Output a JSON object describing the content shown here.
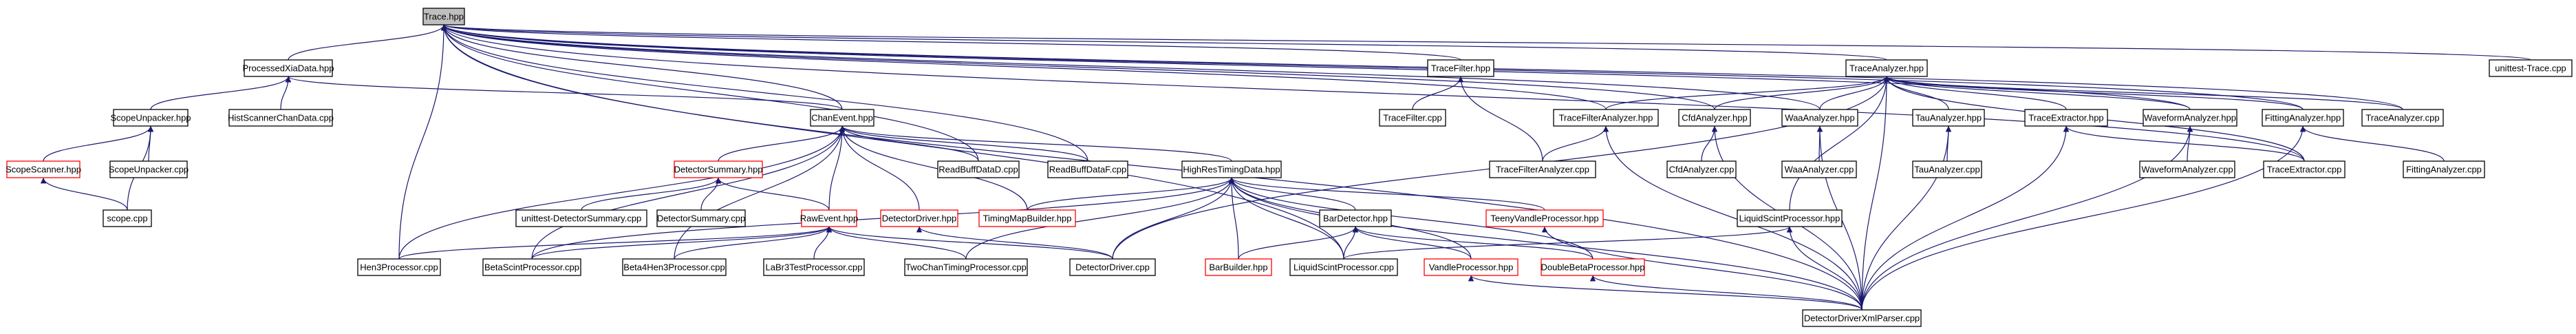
{
  "diagram": {
    "type": "include-dependency-graph",
    "colors": {
      "edge": "#191970",
      "root_fill": "#bfbfbf",
      "missing_doc_border": "#ff0000",
      "node_border": "#000000"
    },
    "nodes": [
      {
        "id": "trace_hpp",
        "label": "Trace.hpp",
        "kind": "root"
      },
      {
        "id": "processedxiadata_hpp",
        "label": "ProcessedXiaData.hpp"
      },
      {
        "id": "scopeunpacker_hpp",
        "label": "ScopeUnpacker.hpp"
      },
      {
        "id": "histscannerchandata_cpp",
        "label": "HistScannerChanData.cpp"
      },
      {
        "id": "scopescanner_hpp",
        "label": "ScopeScanner.hpp",
        "kind": "red"
      },
      {
        "id": "scopeunpacker_cpp",
        "label": "ScopeUnpacker.cpp"
      },
      {
        "id": "scope_cpp",
        "label": "scope.cpp"
      },
      {
        "id": "chanevent_hpp",
        "label": "ChanEvent.hpp"
      },
      {
        "id": "detectorsummary_hpp",
        "label": "DetectorSummary.hpp",
        "kind": "red"
      },
      {
        "id": "unittest_detectorsummary_cpp",
        "label": "unittest-DetectorSummary.cpp"
      },
      {
        "id": "detectorsummary_cpp",
        "label": "DetectorSummary.cpp"
      },
      {
        "id": "rawevent_hpp",
        "label": "RawEvent.hpp",
        "kind": "red"
      },
      {
        "id": "detectordriver_hpp",
        "label": "DetectorDriver.hpp",
        "kind": "red"
      },
      {
        "id": "readbuffdatad_cpp",
        "label": "ReadBuffDataD.cpp"
      },
      {
        "id": "readbuffdataf_cpp",
        "label": "ReadBuffDataF.cpp"
      },
      {
        "id": "highrestimingdata_hpp",
        "label": "HighResTimingData.hpp"
      },
      {
        "id": "timingmapbuilder_hpp",
        "label": "TimingMapBuilder.hpp",
        "kind": "red"
      },
      {
        "id": "bardetector_hpp",
        "label": "BarDetector.hpp"
      },
      {
        "id": "teenyvandleprocessor_hpp",
        "label": "TeenyVandleProcessor.hpp",
        "kind": "red"
      },
      {
        "id": "tracefilter_hpp",
        "label": "TraceFilter.hpp"
      },
      {
        "id": "tracefilter_cpp",
        "label": "TraceFilter.cpp"
      },
      {
        "id": "traceanalyzer_hpp",
        "label": "TraceAnalyzer.hpp"
      },
      {
        "id": "tracefilteranalyzer_hpp",
        "label": "TraceFilterAnalyzer.hpp"
      },
      {
        "id": "tracefilteranalyzer_cpp",
        "label": "TraceFilterAnalyzer.cpp"
      },
      {
        "id": "cfdanalyzer_hpp",
        "label": "CfdAnalyzer.hpp"
      },
      {
        "id": "cfdanalyzer_cpp",
        "label": "CfdAnalyzer.cpp"
      },
      {
        "id": "waaanalyzer_hpp",
        "label": "WaaAnalyzer.hpp"
      },
      {
        "id": "waaanalyzer_cpp",
        "label": "WaaAnalyzer.cpp"
      },
      {
        "id": "tauanalyzer_hpp",
        "label": "TauAnalyzer.hpp"
      },
      {
        "id": "tauanalyzer_cpp",
        "label": "TauAnalyzer.cpp"
      },
      {
        "id": "traceextractor_hpp",
        "label": "TraceExtractor.hpp"
      },
      {
        "id": "waveformanalyzer_hpp",
        "label": "WaveformAnalyzer.hpp"
      },
      {
        "id": "waveformanalyzer_cpp",
        "label": "WaveformAnalyzer.cpp"
      },
      {
        "id": "fittinganalyzer_hpp",
        "label": "FittingAnalyzer.hpp"
      },
      {
        "id": "fittinganalyzer_cpp",
        "label": "FittingAnalyzer.cpp"
      },
      {
        "id": "traceanalyzer_cpp",
        "label": "TraceAnalyzer.cpp"
      },
      {
        "id": "traceextractor_cpp",
        "label": "TraceExtractor.cpp"
      },
      {
        "id": "liquidscintprocessor_hpp",
        "label": "LiquidScintProcessor.hpp"
      },
      {
        "id": "unittest_trace_cpp",
        "label": "unittest-Trace.cpp"
      },
      {
        "id": "hen3processor_cpp",
        "label": "Hen3Processor.cpp"
      },
      {
        "id": "betascintprocessor_cpp",
        "label": "BetaScintProcessor.cpp"
      },
      {
        "id": "beta4hen3processor_cpp",
        "label": "Beta4Hen3Processor.cpp"
      },
      {
        "id": "labr3testprocessor_cpp",
        "label": "LaBr3TestProcessor.cpp"
      },
      {
        "id": "twochantimingprocessor_cpp",
        "label": "TwoChanTimingProcessor.cpp"
      },
      {
        "id": "detectordriver_cpp",
        "label": "DetectorDriver.cpp"
      },
      {
        "id": "barbuilder_hpp",
        "label": "BarBuilder.hpp",
        "kind": "red"
      },
      {
        "id": "liquidscintprocessor_cpp",
        "label": "LiquidScintProcessor.cpp"
      },
      {
        "id": "vandleprocessor_hpp",
        "label": "VandleProcessor.hpp",
        "kind": "red"
      },
      {
        "id": "doublebetaprocessor_hpp",
        "label": "DoubleBetaProcessor.hpp",
        "kind": "red"
      },
      {
        "id": "detectordriverxmlparser_cpp",
        "label": "DetectorDriverXmlParser.cpp"
      }
    ],
    "edges": [
      [
        "processedxiadata_hpp",
        "trace_hpp"
      ],
      [
        "chanevent_hpp",
        "trace_hpp"
      ],
      [
        "tracefilter_hpp",
        "trace_hpp"
      ],
      [
        "traceanalyzer_hpp",
        "trace_hpp"
      ],
      [
        "unittest_trace_cpp",
        "trace_hpp"
      ],
      [
        "hen3processor_cpp",
        "trace_hpp"
      ],
      [
        "readbuffdatad_cpp",
        "trace_hpp"
      ],
      [
        "readbuffdataf_cpp",
        "trace_hpp"
      ],
      [
        "tracefilteranalyzer_hpp",
        "trace_hpp"
      ],
      [
        "cfdanalyzer_hpp",
        "trace_hpp"
      ],
      [
        "waaanalyzer_hpp",
        "trace_hpp"
      ],
      [
        "waveformanalyzer_hpp",
        "trace_hpp"
      ],
      [
        "fittinganalyzer_hpp",
        "trace_hpp"
      ],
      [
        "traceanalyzer_cpp",
        "trace_hpp"
      ],
      [
        "traceextractor_cpp",
        "trace_hpp"
      ],
      [
        "liquidscintprocessor_cpp",
        "trace_hpp"
      ],
      [
        "detectordriverxmlparser_cpp",
        "trace_hpp"
      ],
      [
        "scopeunpacker_hpp",
        "processedxiadata_hpp"
      ],
      [
        "histscannerchandata_cpp",
        "processedxiadata_hpp"
      ],
      [
        "chanevent_hpp",
        "processedxiadata_hpp"
      ],
      [
        "scopescanner_hpp",
        "scopeunpacker_hpp"
      ],
      [
        "scopeunpacker_cpp",
        "scopeunpacker_hpp"
      ],
      [
        "scope_cpp",
        "scopeunpacker_hpp"
      ],
      [
        "scope_cpp",
        "scopescanner_hpp"
      ],
      [
        "detectorsummary_hpp",
        "chanevent_hpp"
      ],
      [
        "rawevent_hpp",
        "chanevent_hpp"
      ],
      [
        "detectordriver_hpp",
        "chanevent_hpp"
      ],
      [
        "readbuffdatad_cpp",
        "chanevent_hpp"
      ],
      [
        "readbuffdataf_cpp",
        "chanevent_hpp"
      ],
      [
        "highrestimingdata_hpp",
        "chanevent_hpp"
      ],
      [
        "timingmapbuilder_hpp",
        "chanevent_hpp"
      ],
      [
        "hen3processor_cpp",
        "chanevent_hpp"
      ],
      [
        "betascintprocessor_cpp",
        "chanevent_hpp"
      ],
      [
        "beta4hen3processor_cpp",
        "chanevent_hpp"
      ],
      [
        "unittest_detectorsummary_cpp",
        "detectorsummary_hpp"
      ],
      [
        "detectorsummary_cpp",
        "detectorsummary_hpp"
      ],
      [
        "rawevent_hpp",
        "detectorsummary_hpp"
      ],
      [
        "hen3processor_cpp",
        "rawevent_hpp"
      ],
      [
        "betascintprocessor_cpp",
        "rawevent_hpp"
      ],
      [
        "beta4hen3processor_cpp",
        "rawevent_hpp"
      ],
      [
        "labr3testprocessor_cpp",
        "rawevent_hpp"
      ],
      [
        "twochantimingprocessor_cpp",
        "rawevent_hpp"
      ],
      [
        "detectordriver_cpp",
        "rawevent_hpp"
      ],
      [
        "detectordriver_cpp",
        "detectordriver_hpp"
      ],
      [
        "timingmapbuilder_hpp",
        "highrestimingdata_hpp"
      ],
      [
        "bardetector_hpp",
        "highrestimingdata_hpp"
      ],
      [
        "teenyvandleprocessor_hpp",
        "highrestimingdata_hpp"
      ],
      [
        "twochantimingprocessor_cpp",
        "highrestimingdata_hpp"
      ],
      [
        "detectordriver_cpp",
        "highrestimingdata_hpp"
      ],
      [
        "barbuilder_hpp",
        "highrestimingdata_hpp"
      ],
      [
        "liquidscintprocessor_cpp",
        "highrestimingdata_hpp"
      ],
      [
        "vandleprocessor_hpp",
        "highrestimingdata_hpp"
      ],
      [
        "doublebetaprocessor_hpp",
        "highrestimingdata_hpp"
      ],
      [
        "betascintprocessor_cpp",
        "highrestimingdata_hpp"
      ],
      [
        "detectordriverxmlparser_cpp",
        "highrestimingdata_hpp"
      ],
      [
        "barbuilder_hpp",
        "bardetector_hpp"
      ],
      [
        "liquidscintprocessor_cpp",
        "bardetector_hpp"
      ],
      [
        "vandleprocessor_hpp",
        "bardetector_hpp"
      ],
      [
        "doublebetaprocessor_hpp",
        "bardetector_hpp"
      ],
      [
        "detectordriverxmlparser_cpp",
        "teenyvandleprocessor_hpp"
      ],
      [
        "tracefilter_cpp",
        "tracefilter_hpp"
      ],
      [
        "tracefilteranalyzer_cpp",
        "tracefilter_hpp"
      ],
      [
        "tracefilteranalyzer_hpp",
        "traceanalyzer_hpp"
      ],
      [
        "cfdanalyzer_hpp",
        "traceanalyzer_hpp"
      ],
      [
        "waaanalyzer_hpp",
        "traceanalyzer_hpp"
      ],
      [
        "tauanalyzer_hpp",
        "traceanalyzer_hpp"
      ],
      [
        "traceextractor_hpp",
        "traceanalyzer_hpp"
      ],
      [
        "waveformanalyzer_hpp",
        "traceanalyzer_hpp"
      ],
      [
        "fittinganalyzer_hpp",
        "traceanalyzer_hpp"
      ],
      [
        "traceanalyzer_cpp",
        "traceanalyzer_hpp"
      ],
      [
        "detectordriver_cpp",
        "traceanalyzer_hpp"
      ],
      [
        "liquidscintprocessor_hpp",
        "traceanalyzer_hpp"
      ],
      [
        "detectordriverxmlparser_cpp",
        "traceanalyzer_hpp"
      ],
      [
        "traceextractor_cpp",
        "traceanalyzer_hpp"
      ],
      [
        "tracefilteranalyzer_cpp",
        "tracefilteranalyzer_hpp"
      ],
      [
        "detectordriverxmlparser_cpp",
        "tracefilteranalyzer_hpp"
      ],
      [
        "cfdanalyzer_cpp",
        "cfdanalyzer_hpp"
      ],
      [
        "detectordriverxmlparser_cpp",
        "cfdanalyzer_hpp"
      ],
      [
        "waaanalyzer_cpp",
        "waaanalyzer_hpp"
      ],
      [
        "detectordriverxmlparser_cpp",
        "waaanalyzer_hpp"
      ],
      [
        "tauanalyzer_cpp",
        "tauanalyzer_hpp"
      ],
      [
        "detectordriverxmlparser_cpp",
        "tauanalyzer_hpp"
      ],
      [
        "traceextractor_cpp",
        "traceextractor_hpp"
      ],
      [
        "detectordriverxmlparser_cpp",
        "traceextractor_hpp"
      ],
      [
        "waveformanalyzer_cpp",
        "waveformanalyzer_hpp"
      ],
      [
        "detectordriverxmlparser_cpp",
        "waveformanalyzer_hpp"
      ],
      [
        "fittinganalyzer_cpp",
        "fittinganalyzer_hpp"
      ],
      [
        "detectordriverxmlparser_cpp",
        "fittinganalyzer_hpp"
      ],
      [
        "liquidscintprocessor_cpp",
        "liquidscintprocessor_hpp"
      ],
      [
        "detectordriverxmlparser_cpp",
        "liquidscintprocessor_hpp"
      ],
      [
        "detectordriverxmlparser_cpp",
        "vandleprocessor_hpp"
      ],
      [
        "detectordriverxmlparser_cpp",
        "doublebetaprocessor_hpp"
      ]
    ]
  }
}
